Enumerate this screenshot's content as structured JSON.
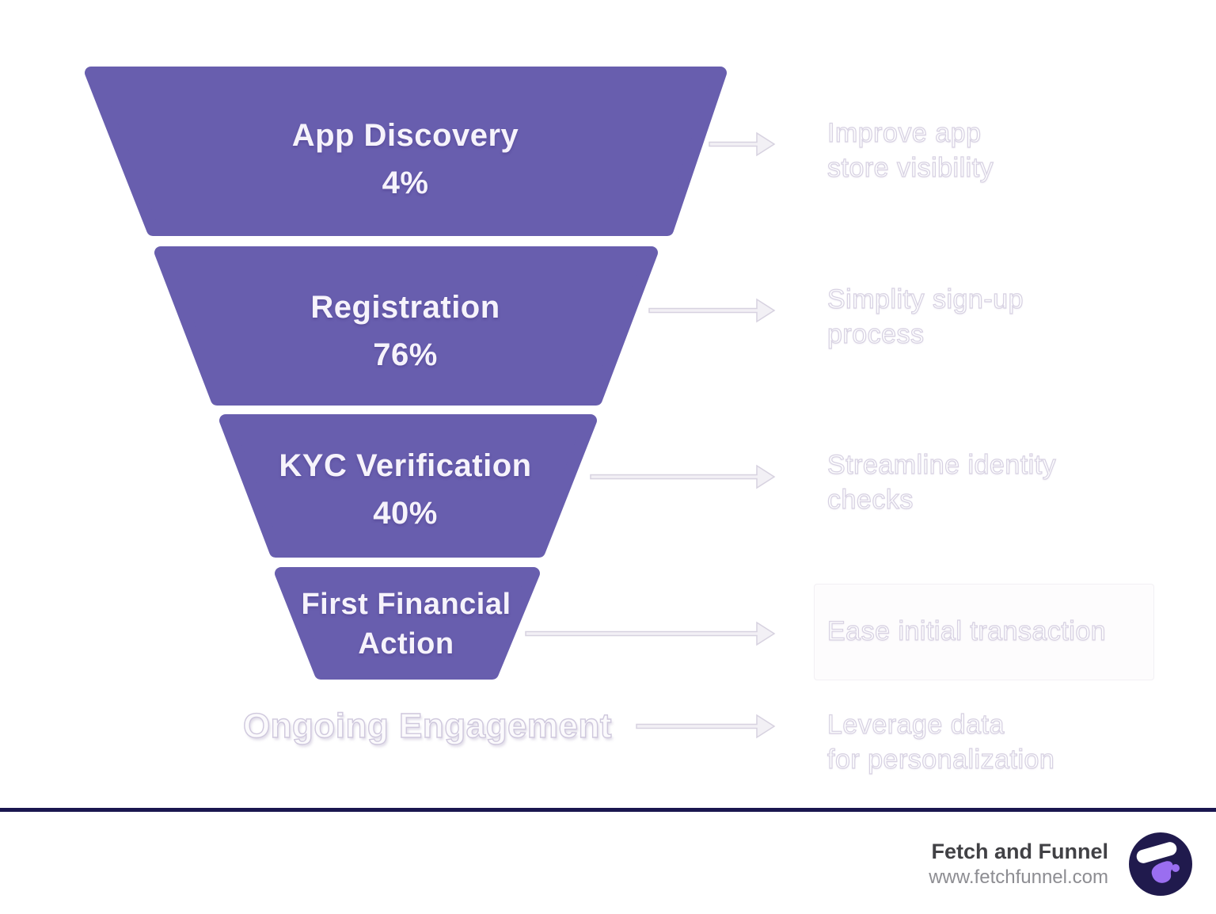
{
  "funnel": {
    "shape_color": "#685EAE",
    "stages": [
      {
        "label": "App Discovery",
        "percent": "4%",
        "note_line1": "Improve app",
        "note_line2": "store visibility"
      },
      {
        "label": "Registration",
        "percent": "76%",
        "note_line1": "Simplity sign-up",
        "note_line2": "process"
      },
      {
        "label": "KYC Verification",
        "percent": "40%",
        "note_line1": "Streamline identity",
        "note_line2": "checks"
      },
      {
        "label": "First Financial Action",
        "percent": "",
        "note_line1": "Ease initial transaction",
        "note_line2": ""
      },
      {
        "label": "Ongoing Engagement",
        "percent": "",
        "note_line1": "Leverage data",
        "note_line2": "for personalization"
      }
    ]
  },
  "footer": {
    "brand": "Fetch and Funnel",
    "website": "www.fetchfunnel.com"
  },
  "colors": {
    "funnel_purple": "#685EAE",
    "divider_navy": "#1a164f",
    "logo_navy": "#201a4d",
    "logo_purple": "#9a6ef0",
    "arrow_fill": "#f2f0f5",
    "arrow_stroke": "#d7d2e0",
    "ghost_text_outline": "#d7d1e2"
  },
  "chart_data": {
    "type": "funnel",
    "title": "",
    "stages": [
      "App Discovery",
      "Registration",
      "KYC Verification",
      "First Financial Action",
      "Ongoing Engagement"
    ],
    "values_percent": [
      4,
      76,
      40,
      null,
      null
    ],
    "value_labels": [
      "4%",
      "76%",
      "40%",
      "",
      ""
    ],
    "annotations": [
      "Improve app store visibility",
      "Simplity sign-up process",
      "Streamline identity checks",
      "Ease initial transaction",
      "Leverage data for personalization"
    ],
    "layout": "inverted funnel, annotations right of each stage connected by arrows"
  }
}
